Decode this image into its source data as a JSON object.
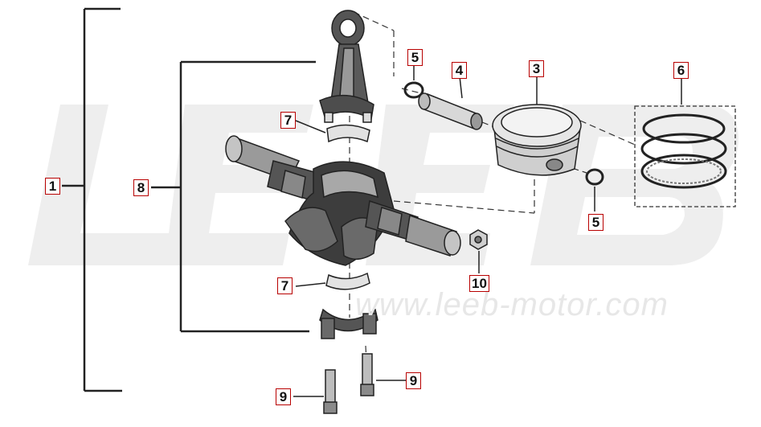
{
  "watermark": {
    "logo_text": "LEEB",
    "url": "www.leeb-motor.com"
  },
  "callouts": [
    {
      "id": "c1",
      "label": "1"
    },
    {
      "id": "c8",
      "label": "8"
    },
    {
      "id": "c5a",
      "label": "5"
    },
    {
      "id": "c4",
      "label": "4"
    },
    {
      "id": "c3",
      "label": "3"
    },
    {
      "id": "c6",
      "label": "6"
    },
    {
      "id": "c7a",
      "label": "7"
    },
    {
      "id": "c5b",
      "label": "5"
    },
    {
      "id": "c10",
      "label": "10"
    },
    {
      "id": "c7b",
      "label": "7"
    },
    {
      "id": "c9a",
      "label": "9"
    },
    {
      "id": "c9b",
      "label": "9"
    }
  ],
  "colors": {
    "callout_border": "#b80000",
    "watermark": "#e7e7e7",
    "line": "#222222"
  }
}
